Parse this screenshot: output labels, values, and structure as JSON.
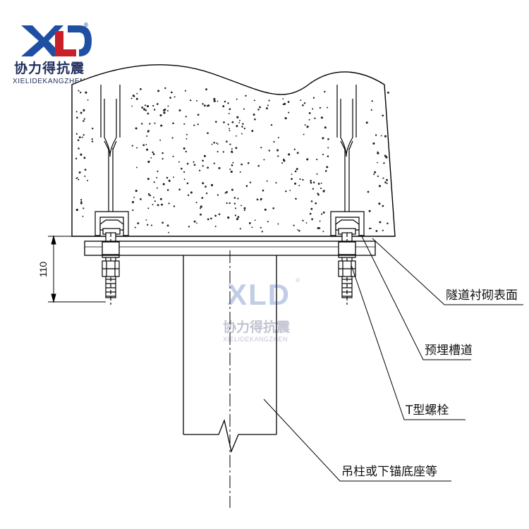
{
  "logo": {
    "mark": "XLD",
    "registered": "®",
    "name_cn": "协力得抗震",
    "name_en": "XIELIDEKANGZHEN",
    "colors": {
      "mark": "#1f4fa3",
      "accent": "#c8202b",
      "text": "#1f2d5c"
    }
  },
  "watermark": {
    "mark": "XLD",
    "registered": "®",
    "name_cn": "协力得抗震",
    "name_en": "XIELIDEKANGZHEN"
  },
  "dimension": {
    "value": "110"
  },
  "callouts": [
    {
      "id": "tunnel-lining-surface",
      "text": "隧道衬砌表面"
    },
    {
      "id": "embedded-channel",
      "text": "预埋槽道"
    },
    {
      "id": "t-bolt",
      "text": "T型螺栓"
    },
    {
      "id": "hanger-or-anchor-base",
      "text": "吊柱或下锚底座等"
    }
  ]
}
